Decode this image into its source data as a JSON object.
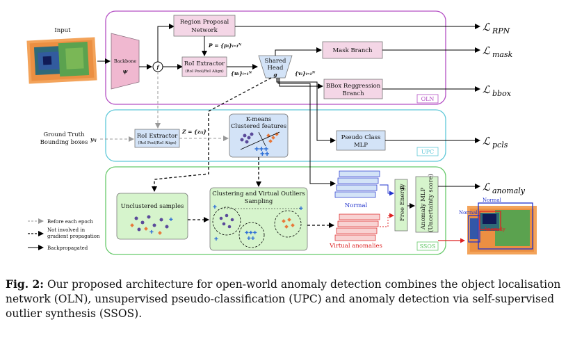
{
  "figure": {
    "input_label": "Input",
    "backbone_label": "Backbone",
    "backbone_symbol": "ψ",
    "f_symbol": "f",
    "rpn_line1": "Region Proposal",
    "rpn_line2": "Network",
    "proposals_math": "P = {pᵢ}ᵢ₌₁ᴺ",
    "roi_label": "RoI Extractor",
    "roi_sub": "(RoI Pool/RoI Align)",
    "u_math": "{uᵢ}ᵢ₌₁ᴺ",
    "shared_line1": "Shared",
    "shared_line2": "Head",
    "shared_symbol": "g",
    "v_math": "{vᵢ}ᵢ₌₁ᴺ",
    "mask_label": "Mask Branch",
    "bbox_line1": "BBox Reggression",
    "bbox_line2": "Branch",
    "oln_tag": "OLN",
    "gt_line1": "Ground Truth",
    "gt_line2": "Bounding boxes",
    "gt_math": "yᵢⱼ",
    "roi2_label": "RoI Extractor",
    "roi2_sub": "(RoI Pool/RoI Align)",
    "z_math": "Z = {zᵢⱼ}",
    "kmeans_line1": "K-means",
    "kmeans_line2": "Clustered features",
    "pcls_line1": "Pseudo Class",
    "pcls_line2": "MLP",
    "upc_tag": "UPC",
    "unclustered_label": "Unclustered samples",
    "cvo_line1": "Clustering and Virtual Outliers",
    "cvo_line2": "Sampling",
    "normal_label": "Normal",
    "virtual_label": "Virtual anomalies",
    "free_energy_label": "Free Energy",
    "free_energy_symbol": "E",
    "anomaly_mlp_line1": "Anomaly MLP",
    "anomaly_mlp_line2": "(Uncertainty score)",
    "ssos_tag": "SSOS",
    "output_normal1": "Normal",
    "output_normal2": "Normal",
    "output_anomaly": "Anomaly",
    "loss_rpn": "RPN",
    "loss_mask": "mask",
    "loss_bbox": "bbox",
    "loss_pcls": "pcls",
    "loss_anomaly": "anomaly",
    "loss_symbol": "ℒ",
    "legend": [
      {
        "label": "Before each epoch",
        "style": "grey-dashed"
      },
      {
        "label": "Not involved in",
        "label2": "gradient propagation",
        "style": "black-dashed"
      },
      {
        "label": "Backpropagated",
        "style": "black-solid"
      }
    ]
  },
  "caption": {
    "fig_label": "Fig. 2:",
    "text": "Our proposed architecture for open-world anomaly detection combines the object localisation network (OLN), unsupervised pseudo-classification (UPC) and anomaly detection via self-supervised outlier synthesis (SSOS)."
  },
  "colors": {
    "oln_border": "#b44fc4",
    "upc_border": "#5fc8d8",
    "ssos_border": "#66c96a",
    "pink_fill": "#f4d6e6",
    "blue_fill": "#d3e3f7",
    "green_fill": "#d6f4cc",
    "backbone_fill": "#f0b8d0"
  }
}
